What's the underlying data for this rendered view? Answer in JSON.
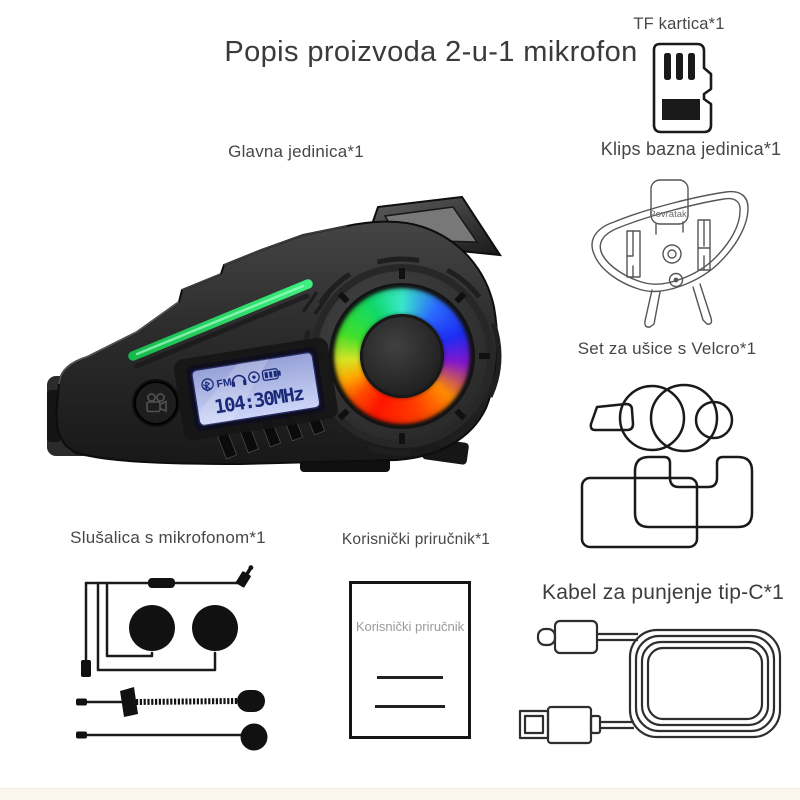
{
  "page": {
    "background": "#ffffff",
    "footer_strip_color": "#fbf5ee"
  },
  "title": "Popis proizvoda 2-u-1 mikrofon",
  "components": {
    "tf_card": {
      "label": "TF kartica*1"
    },
    "main_unit": {
      "label": "Glavna jedinica*1",
      "lcd": {
        "fm_label": "FM",
        "frequency": "104:30MHz",
        "screen_color": "#b9c3ee",
        "text_color": "#1b2a78"
      },
      "led_strip_color": "#2ee06a"
    },
    "clip_base": {
      "label": "Klips bazna jedinica*1",
      "engraved_text": "Povratak"
    },
    "velcro_set": {
      "label": "Set za ušice s Velcro*1"
    },
    "headset": {
      "label": "Slušalica s mikrofonom*1"
    },
    "manual": {
      "label": "Korisnički priručnik*1",
      "cover_text": "Korisnički priručnik"
    },
    "cable": {
      "label": "Kabel za punjenje tip-C*1"
    }
  }
}
